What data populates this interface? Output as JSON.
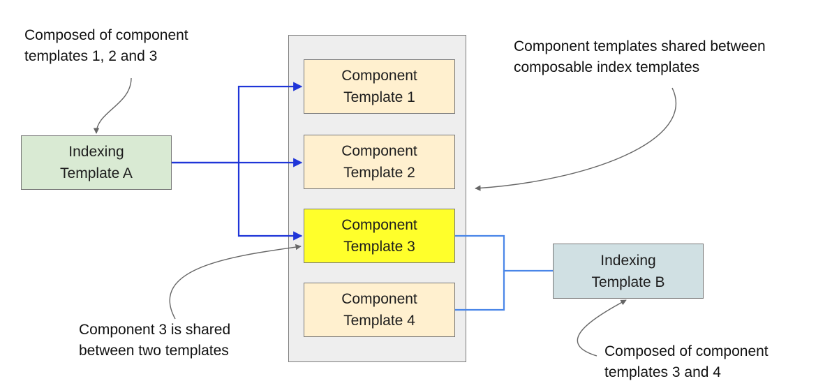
{
  "container": {
    "component_templates": [
      {
        "line1": "Component",
        "line2": "Template 1"
      },
      {
        "line1": "Component",
        "line2": "Template 2"
      },
      {
        "line1": "Component",
        "line2": "Template 3"
      },
      {
        "line1": "Component",
        "line2": "Template 4"
      }
    ]
  },
  "index_templates": {
    "a": {
      "line1": "Indexing",
      "line2": "Template A"
    },
    "b": {
      "line1": "Indexing",
      "line2": "Template B"
    }
  },
  "annotations": {
    "template_a_note": {
      "line1": "Composed of component",
      "line2": "templates 1, 2 and 3"
    },
    "shared_templates_note": {
      "line1": "Component templates shared between",
      "line2": "composable index templates"
    },
    "component_3_note": {
      "line1": "Component 3 is shared",
      "line2": "between two templates"
    },
    "template_b_note": {
      "line1": "Composed of component",
      "line2": "templates 3 and 4"
    }
  },
  "colors": {
    "container_background": "#eeeeee",
    "component_fill": "#fff0cf",
    "highlight_fill": "#ffff2b",
    "index_a_fill": "#d9ead3",
    "index_b_fill": "#d0e0e3",
    "template_a_connector": "#1f35d8",
    "template_b_connector": "#4a86e8",
    "annotation_arrow": "#666666"
  }
}
